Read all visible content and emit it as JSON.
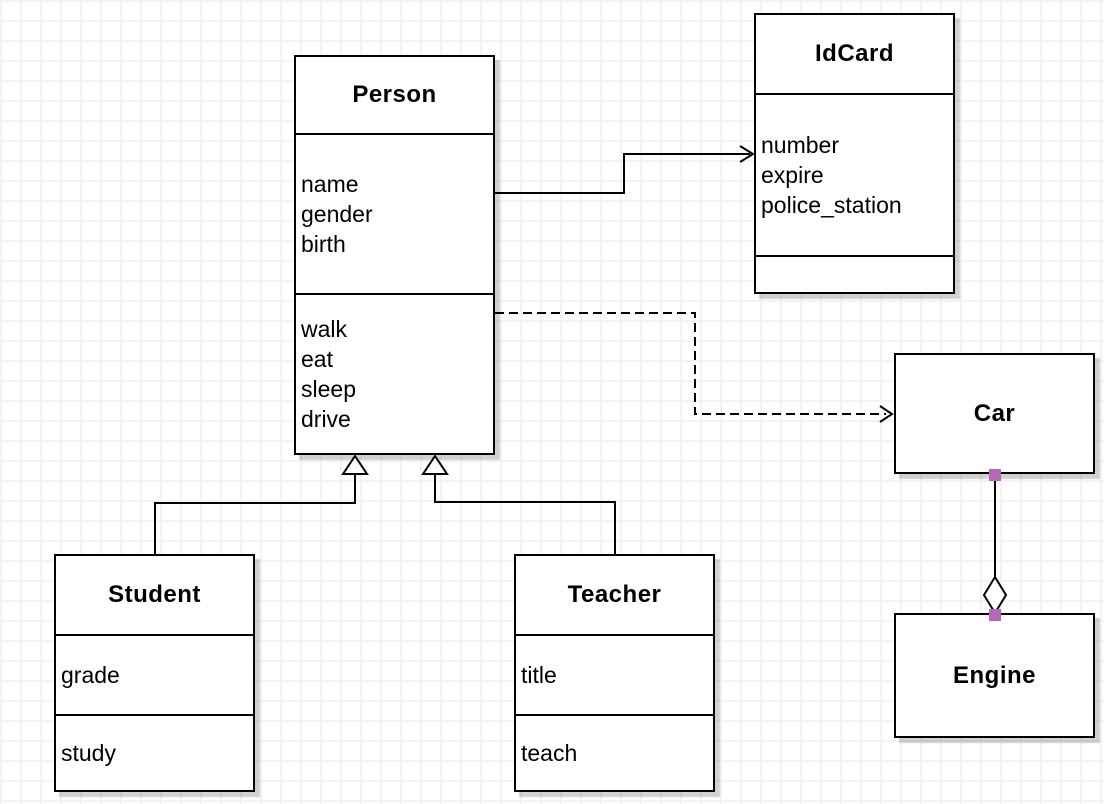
{
  "diagram_type": "uml-class-diagram",
  "classes": {
    "person": {
      "title": "Person",
      "attributes": [
        "name",
        "gender",
        "birth"
      ],
      "methods": [
        "walk",
        "eat",
        "sleep",
        "drive"
      ]
    },
    "idcard": {
      "title": "IdCard",
      "attributes": [
        "number",
        "expire",
        "police_station"
      ],
      "methods": []
    },
    "car": {
      "title": "Car",
      "attributes": [],
      "methods": []
    },
    "engine": {
      "title": "Engine",
      "attributes": [],
      "methods": []
    },
    "student": {
      "title": "Student",
      "attributes": [
        "grade"
      ],
      "methods": [
        "study"
      ]
    },
    "teacher": {
      "title": "Teacher",
      "attributes": [
        "title"
      ],
      "methods": [
        "teach"
      ]
    }
  },
  "relations": [
    {
      "type": "association",
      "from": "Person",
      "to": "IdCard",
      "line": "solid",
      "arrow": "open"
    },
    {
      "type": "dependency",
      "from": "Person",
      "to": "Car",
      "line": "dashed",
      "arrow": "open"
    },
    {
      "type": "generalization",
      "from": "Student",
      "to": "Person",
      "line": "solid",
      "arrow": "hollow-triangle"
    },
    {
      "type": "generalization",
      "from": "Teacher",
      "to": "Person",
      "line": "solid",
      "arrow": "hollow-triangle"
    },
    {
      "type": "aggregation",
      "from": "Car",
      "to": "Engine",
      "line": "solid",
      "arrow": "hollow-diamond"
    }
  ],
  "colors": {
    "line": "#000000",
    "box_fill": "#ffffff",
    "grid": "#f3f3f3",
    "selection_handle": "#b567b8"
  }
}
